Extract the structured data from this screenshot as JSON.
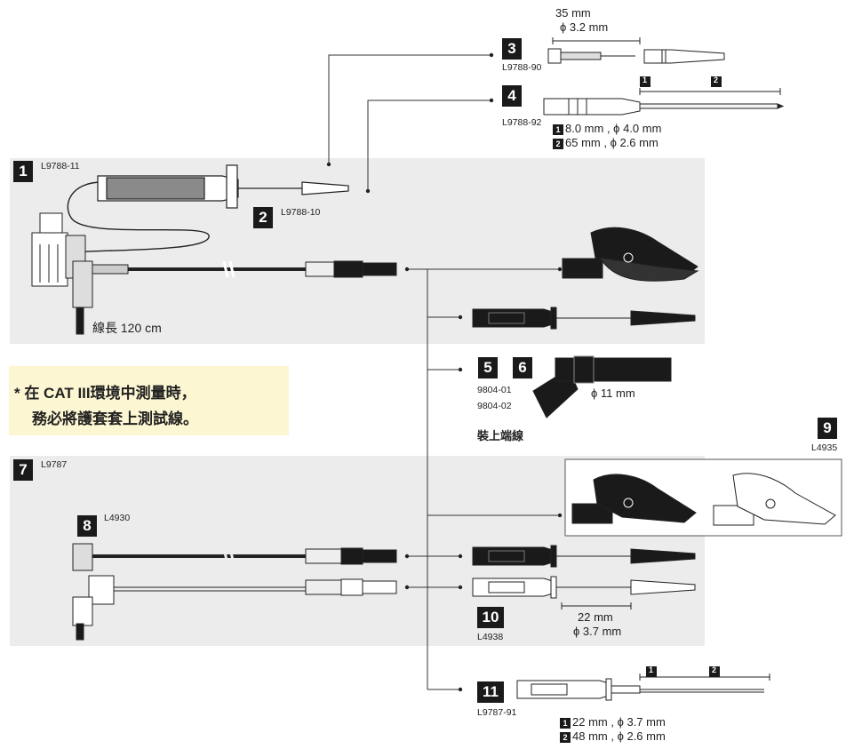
{
  "colors": {
    "panel": "#ececec",
    "note_bg": "#fdf6d2",
    "ink": "#1a1a1a"
  },
  "items": {
    "i1": {
      "num": "1",
      "code": "L9788-11"
    },
    "i2": {
      "num": "2",
      "code": "L9788-10"
    },
    "i3": {
      "num": "3",
      "code": "L9788-90",
      "dim1": "35 mm",
      "dim2": "ϕ 3.2 mm"
    },
    "i4": {
      "num": "4",
      "code": "L9788-92",
      "seg1_num": "1",
      "seg2_num": "2",
      "spec1": "8.0 mm , ϕ 4.0 mm",
      "spec2": "65 mm , ϕ 2.6 mm"
    },
    "i5": {
      "num": "5",
      "code": "9804-01"
    },
    "i6": {
      "num": "6",
      "code": "9804-02",
      "dia": "ϕ 11 mm",
      "caption": "裝上端線"
    },
    "i7": {
      "num": "7",
      "code": "L9787"
    },
    "i8": {
      "num": "8",
      "code": "L4930"
    },
    "i9": {
      "num": "9",
      "code": "L4935"
    },
    "i10": {
      "num": "10",
      "code": "L4938",
      "dim1": "22 mm",
      "dim2": "ϕ 3.7 mm"
    },
    "i11": {
      "num": "11",
      "code": "L9787-91",
      "seg1_num": "1",
      "seg2_num": "2",
      "spec1": "22 mm , ϕ 3.7 mm",
      "spec2": "48 mm , ϕ 2.6 mm"
    }
  },
  "cable_length": "線長 120 cm",
  "note": {
    "line1": "* 在 CAT III環境中測量時，",
    "line2": "務必將護套套上測試線。"
  }
}
